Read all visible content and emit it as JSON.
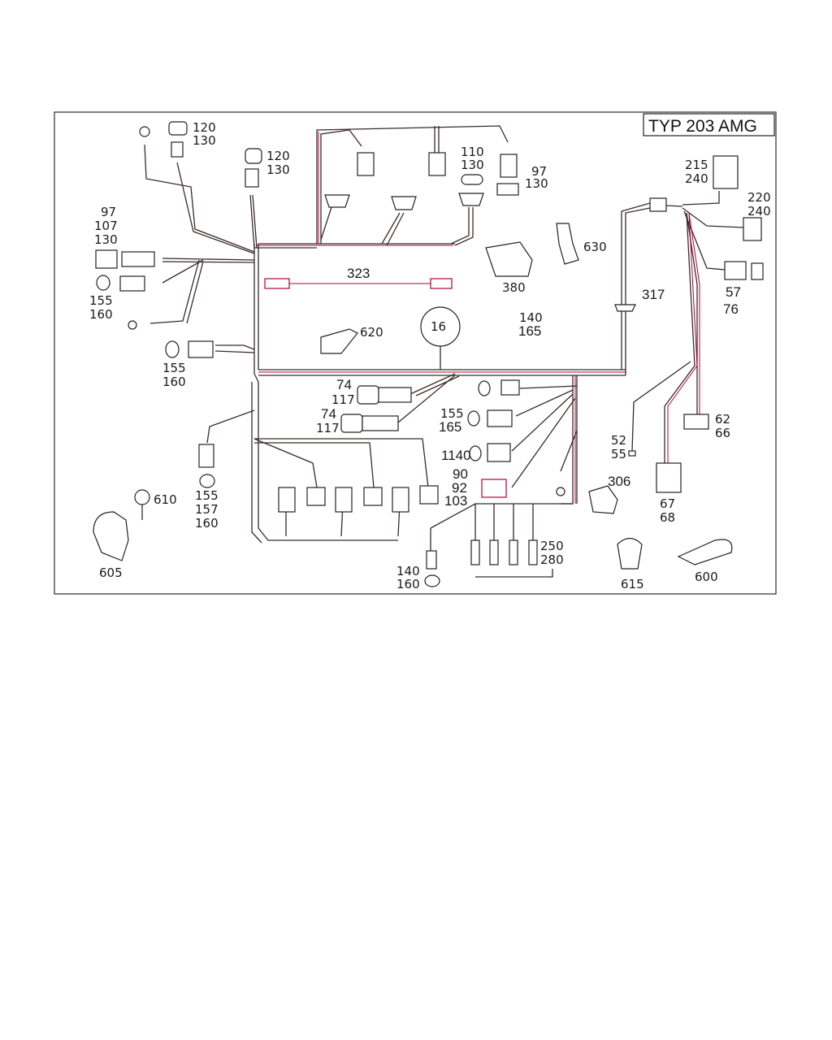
{
  "title": "TYP 203 AMG",
  "callouts": {
    "c120_130_a": [
      "120",
      "130"
    ],
    "c120_130_b": [
      "120",
      "130"
    ],
    "c97_107_130": [
      "97",
      "107",
      "130"
    ],
    "c155_160_a": [
      "155",
      "160"
    ],
    "c155_160_b": [
      "155",
      "160"
    ],
    "c155_157_160": [
      "155",
      "157",
      "160"
    ],
    "c610": "610",
    "c605": "605",
    "c323": "323",
    "c16": "16",
    "c620": "620",
    "c110_130": [
      "110",
      "130"
    ],
    "c97_130": [
      "97",
      "130"
    ],
    "c380": "380",
    "c630": "630",
    "c215_240": [
      "215",
      "240"
    ],
    "c220_240": [
      "220",
      "240"
    ],
    "c57_76": [
      "57",
      "76"
    ],
    "c317": "317",
    "c140_165": [
      "140",
      "165"
    ],
    "c74_117_a": [
      "74",
      "117"
    ],
    "c74_117_b": [
      "74",
      "117"
    ],
    "c155_165": [
      "155",
      "165"
    ],
    "c1140": "1140",
    "c90_92_103": [
      "90",
      "92",
      "103"
    ],
    "c52_55": [
      "52",
      "55"
    ],
    "c62_66": [
      "62",
      "66"
    ],
    "c67_68": [
      "67",
      "68"
    ],
    "c306": "306",
    "c250_280": [
      "250",
      "280"
    ],
    "c140_160": [
      "140",
      "160"
    ],
    "c615": "615",
    "c600": "600"
  }
}
